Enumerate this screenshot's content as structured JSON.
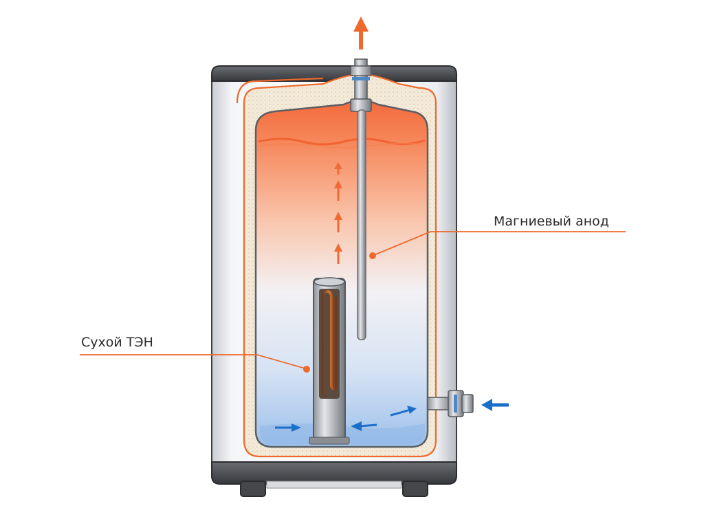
{
  "labels": {
    "anode": "Магниевый анод",
    "dry_element": "Сухой ТЭН"
  },
  "colors": {
    "accent": "#ee6a2c",
    "hot_water": "#f36a3c",
    "cold_water": "#aac8ec",
    "cold_arrow": "#1a6fc9",
    "insulation": "#f4ead9",
    "shell": "#f2f3f5",
    "cap": "#4a4d52"
  },
  "icons": [
    "hot-water-outlet-arrow",
    "cold-water-inlet-arrow",
    "convection-arrow"
  ]
}
